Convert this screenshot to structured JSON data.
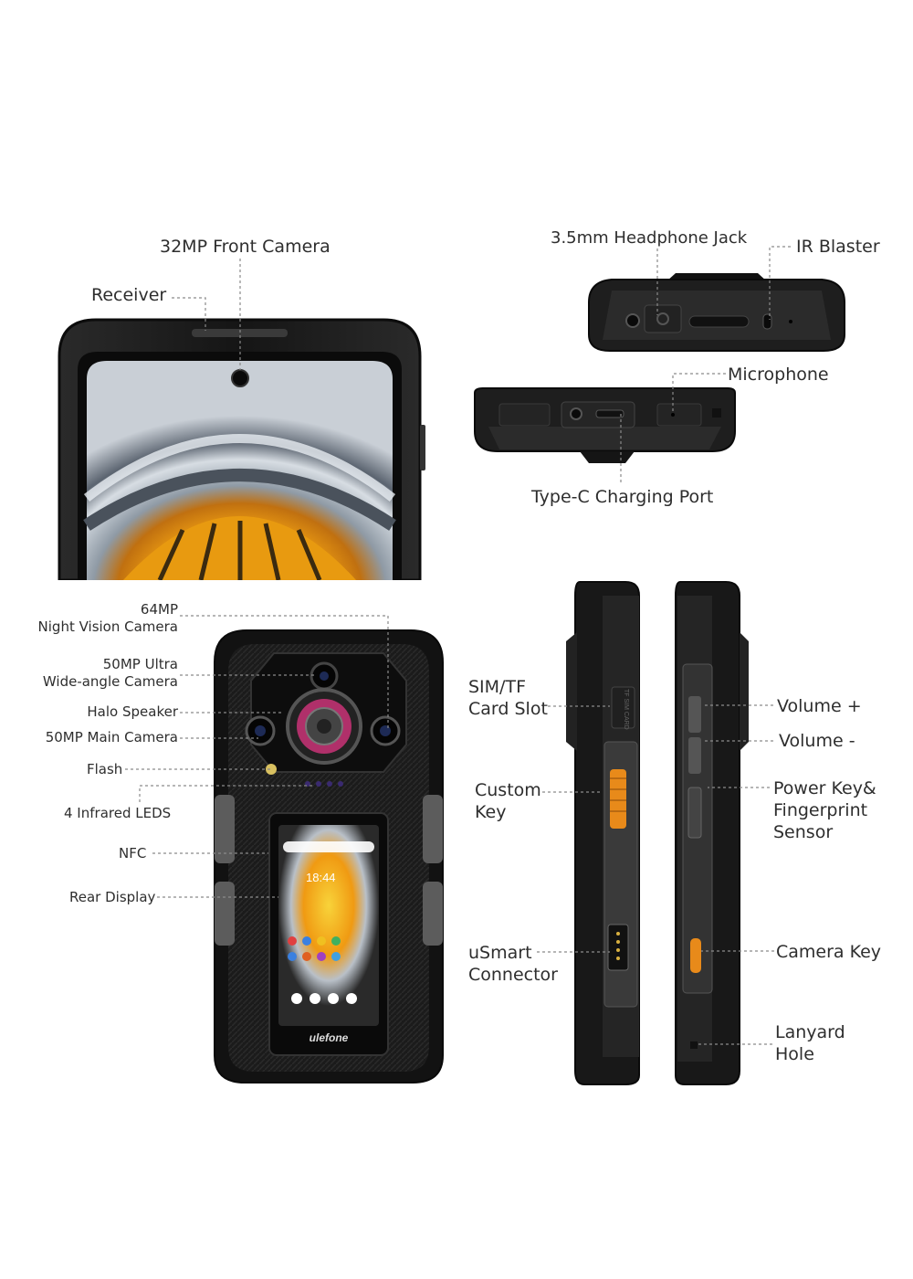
{
  "labels": {
    "front_camera": "32MP Front Camera",
    "receiver": "Receiver",
    "headphone_jack": "3.5mm Headphone Jack",
    "ir_blaster": "IR Blaster",
    "microphone": "Microphone",
    "type_c": "Type-C Charging Port",
    "night_vision_1": "64MP",
    "night_vision_2": "Night Vision Camera",
    "ultra_wide_1": "50MP Ultra",
    "ultra_wide_2": "Wide-angle Camera",
    "halo_speaker": "Halo Speaker",
    "main_camera": "50MP Main Camera",
    "flash": "Flash",
    "infrared_leds": "4 Infrared LEDS",
    "nfc": "NFC",
    "rear_display": "Rear Display",
    "sim_tf_1": "SIM/TF",
    "sim_tf_2": "Card Slot",
    "custom_key_1": "Custom",
    "custom_key_2": "Key",
    "usmart_1": "uSmart",
    "usmart_2": "Connector",
    "volume_up": "Volume +",
    "volume_down": "Volume -",
    "power_key_1": "Power Key&",
    "power_key_2": "Fingerprint",
    "power_key_3": "Sensor",
    "camera_key": "Camera Key",
    "lanyard_1": "Lanyard",
    "lanyard_2": "Hole"
  },
  "device": {
    "brand": "ulefone",
    "rear_clock": "18:44",
    "slot_print": "TF SIM CARD"
  },
  "colors": {
    "body": "#1c1c1c",
    "accent_orange": "#e88a1a",
    "leader_line": "#8a8a8a"
  }
}
